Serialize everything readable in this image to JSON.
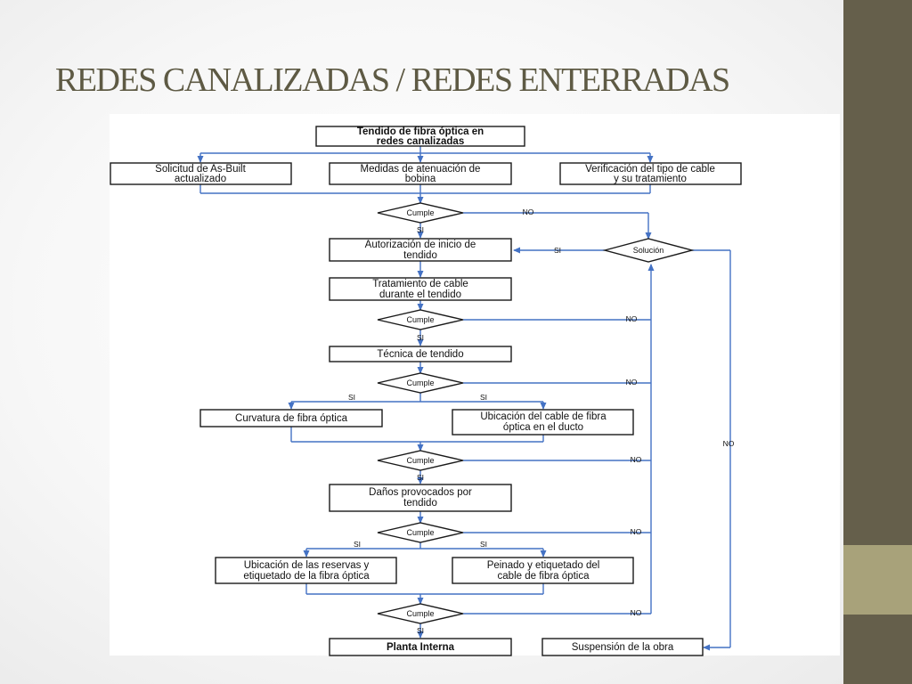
{
  "slide": {
    "title": "REDES CANALIZADAS / REDES ENTERRADAS"
  },
  "flowchart": {
    "boxes": {
      "start": [
        "Tendido de fibra óptica en",
        "redes canalizadas"
      ],
      "as_built": [
        "Solicitud de As-Built",
        "actualizado"
      ],
      "medidas": [
        "Medidas de atenuación de",
        "bobina"
      ],
      "verificacion": [
        "Verificación del tipo de cable",
        "y su tratamiento"
      ],
      "autorizacion": [
        "Autorización de inicio de",
        "tendido"
      ],
      "tratamiento": [
        "Tratamiento de cable",
        "durante el tendido"
      ],
      "tecnica": [
        "Técnica de tendido"
      ],
      "curvatura": [
        "Curvatura de fibra óptica"
      ],
      "ubicacion_cable": [
        "Ubicación del cable de fibra",
        "óptica en el ducto"
      ],
      "danos": [
        "Daños provocados por",
        "tendido"
      ],
      "ubicacion_reservas": [
        "Ubicación de las reservas y",
        "etiquetado de la fibra óptica"
      ],
      "peinado": [
        "Peinado y etiquetado del",
        "cable de fibra óptica"
      ],
      "planta": [
        "Planta Interna"
      ],
      "suspension": [
        "Suspensión de la obra"
      ]
    },
    "decisions": {
      "d1": "Cumple",
      "d2": "Cumple",
      "d3": "Cumple",
      "d4": "Cumple",
      "d5": "Cumple",
      "d6": "Cumple",
      "solucion": "Solución"
    },
    "labels": {
      "yes": "SI",
      "no": "NO"
    }
  }
}
